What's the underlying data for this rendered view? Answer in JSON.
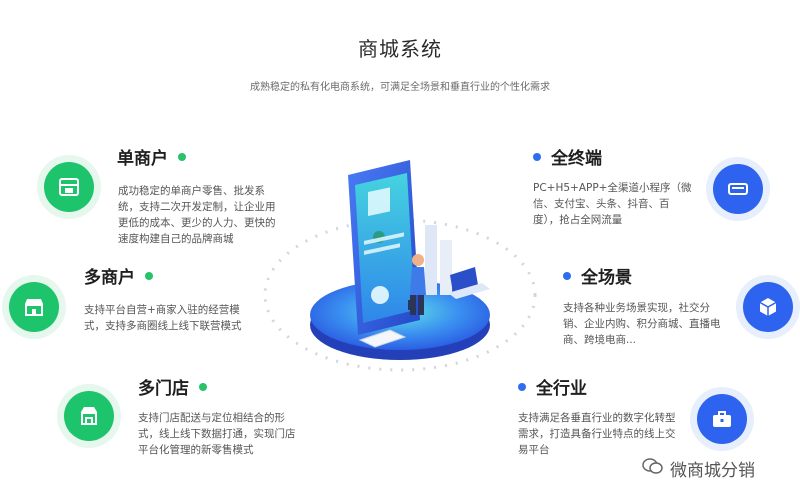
{
  "header": {
    "title": "商城系统",
    "subtitle": "成熟稳定的私有化电商系统，可满足全场景和垂直行业的个性化需求"
  },
  "features_left": [
    {
      "title": "单商户",
      "description": "成功稳定的单商户零售、批发系统，支持二次开发定制，让企业用更低的成本、更少的人力、更快的速度构建自己的品牌商城",
      "icon": "store-icon"
    },
    {
      "title": "多商户",
      "description": "支持平台自营+商家入驻的经营模式，支持多商圈线上线下联营模式",
      "icon": "multi-store-icon"
    },
    {
      "title": "多门店",
      "description": "支持门店配送与定位相结合的形式，线上线下数据打通，实现门店平台化管理的新零售模式",
      "icon": "shop-front-icon"
    }
  ],
  "features_right": [
    {
      "title": "全终端",
      "description": "PC+H5+APP+全渠道小程序（微信、支付宝、头条、抖音、百度），抢占全网流量",
      "icon": "device-icon"
    },
    {
      "title": "全场景",
      "description": "支持各种业务场景实现，社交分销、企业内购、积分商城、直播电商、跨境电商...",
      "icon": "cube-icon"
    },
    {
      "title": "全行业",
      "description": "支持满足各垂直行业的数字化转型需求，打造具备行业特点的线上交易平台",
      "icon": "briefcase-icon"
    }
  ],
  "watermark": {
    "text": "微商城分销"
  },
  "colors": {
    "green": "#1ec46c",
    "blue": "#2e63f0"
  }
}
